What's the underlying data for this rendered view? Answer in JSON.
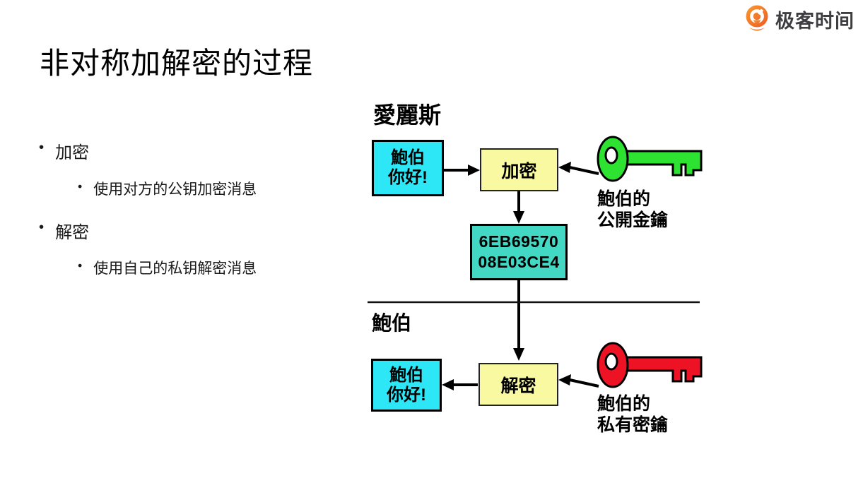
{
  "logo": {
    "brand": "极客时间",
    "brand_color": "#3e3e42",
    "icon_color": "#f26d21"
  },
  "title": "非对称加解密的过程",
  "bullets": [
    {
      "marker": "•",
      "label": "加密",
      "sub_marker": "•",
      "sub": "使用对方的公钥加密消息"
    },
    {
      "marker": "•",
      "label": "解密",
      "sub_marker": "•",
      "sub": "使用自己的私钥解密消息"
    }
  ],
  "diagram": {
    "alice_heading": "愛麗斯",
    "bob_heading": "鮑伯",
    "plain_message": {
      "line1": "鮑伯",
      "line2": "你好!"
    },
    "encrypt_label": "加密",
    "decrypt_label": "解密",
    "cipher": {
      "line1": "6EB69570",
      "line2": "08E03CE4"
    },
    "public_key_label": {
      "line1": "鮑伯的",
      "line2": "公開金鑰"
    },
    "private_key_label": {
      "line1": "鮑伯的",
      "line2": "私有密鑰"
    },
    "colors": {
      "plain_box": "#2ee7f6",
      "cipher_box": "#42d8c4",
      "process_box": "#f9f9a2",
      "public_key": "#2ee232",
      "private_key": "#ee1324"
    }
  }
}
